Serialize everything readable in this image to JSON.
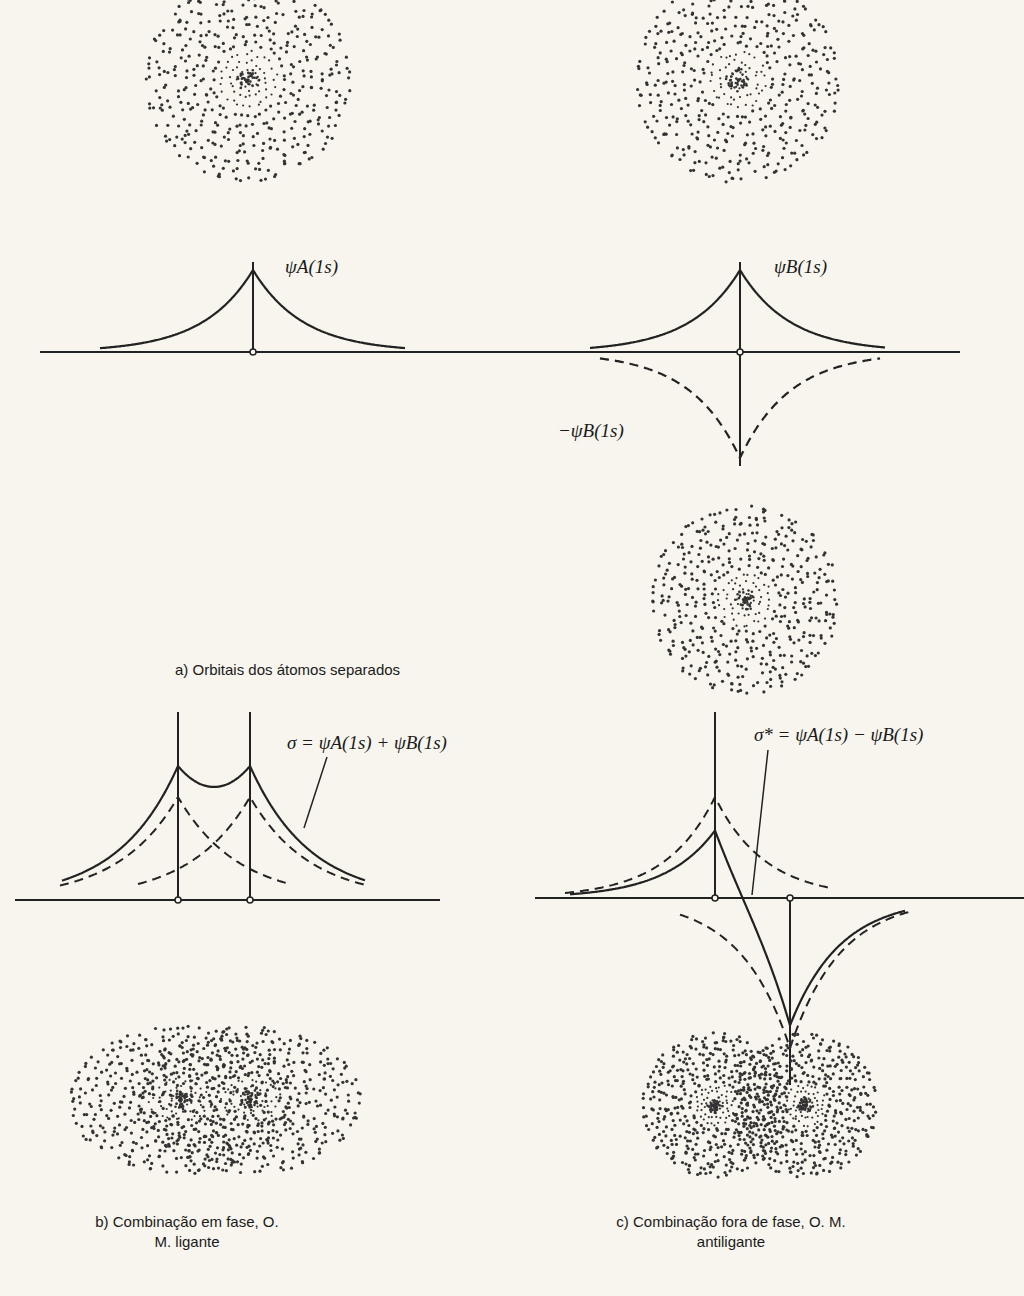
{
  "diagram": {
    "labels": [
      "ψA(1s)",
      "ψB(1s)",
      "−ψB(1s)",
      "σ = ψA(1s) + ψB(1s)",
      "σ* = ψA(1s) − ψB(1s)",
      "a) Orbitais dos átomos separados",
      "b) Combinação em fase, O. M. ligante",
      "c) Combinação fora de fase, O. M. antiligante"
    ]
  }
}
